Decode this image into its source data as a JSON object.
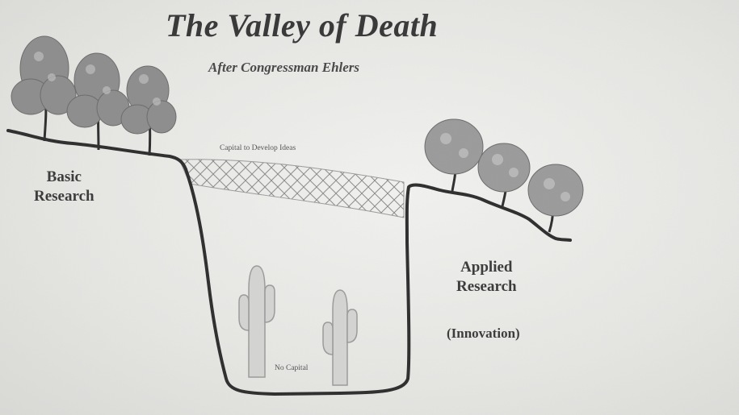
{
  "title": "The Valley of Death",
  "subtitle": "After Congressman Ehlers",
  "labels": {
    "basic_research_line1": "Basic",
    "basic_research_line2": "Research",
    "applied_research_line1": "Applied",
    "applied_research_line2": "Research",
    "innovation": "(Innovation)",
    "bridge": "Capital to Develop Ideas",
    "valley_floor": "No Capital"
  },
  "colors": {
    "ink": "#2b2b2b",
    "foliage": "#8c8c8c",
    "paper": "#ececea"
  },
  "icons": [
    "deciduous-tree-icon",
    "round-tree-icon",
    "saguaro-cactus-icon"
  ]
}
